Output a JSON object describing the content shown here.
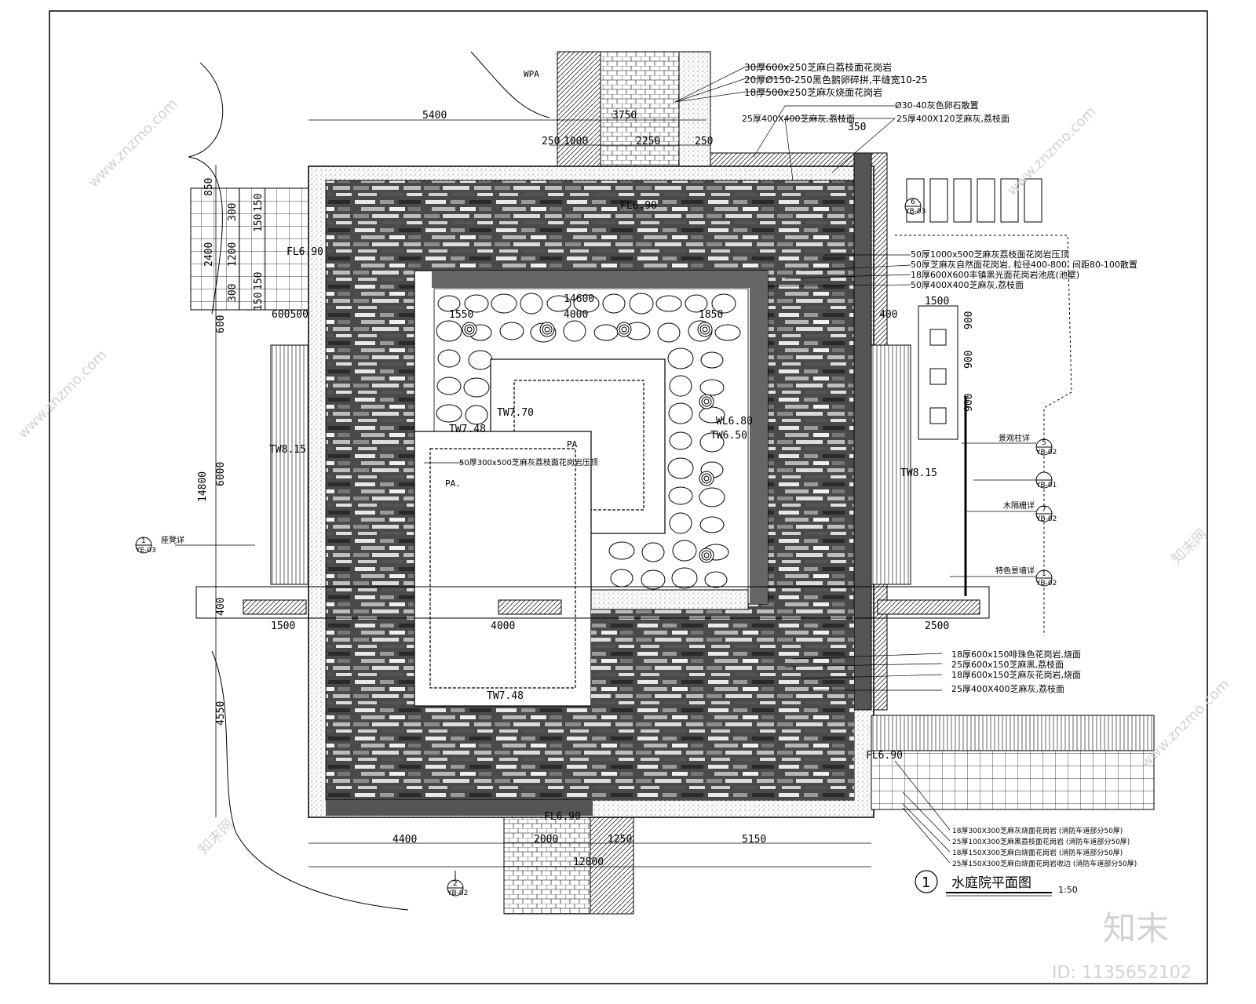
{
  "drawing": {
    "title": "水庭院平面图",
    "detail_number": "1",
    "scale": "1:50"
  },
  "watermark": {
    "brand": "知末",
    "id_text": "ID: 1135652102",
    "site": "www.znzmo.com",
    "site_cn": "知末网"
  },
  "dimensions": {
    "top_5400": "5400",
    "top_3750": "3750",
    "top_250a": "250",
    "top_1000": "1000",
    "top_2250": "2250",
    "top_250b": "250",
    "top_350": "350",
    "bottom_4400": "4400",
    "bottom_2000": "2000",
    "bottom_1250": "1250",
    "bottom_5150": "5150",
    "bottom_12800": "12800",
    "left_850": "850",
    "left_2400": "2400",
    "left_300a": "300",
    "left_1200": "1200",
    "left_300b": "300",
    "left_150a": "150",
    "left_150b": "150",
    "left_150c": "150",
    "left_150d": "150",
    "left_600": "600",
    "left_6000": "6000",
    "left_14800": "14800",
    "left_400": "400",
    "left_4550": "4550",
    "left_600_500": "600500",
    "mid_1500": "1500",
    "mid_4000a": "4000",
    "mid_2500": "2500",
    "pool_14600": "14600",
    "pool_1550": "1550",
    "pool_4000": "4000",
    "pool_1850": "1850",
    "right_1500": "1500",
    "right_900a": "900",
    "right_900b": "900",
    "right_900c": "900",
    "right_400": "400"
  },
  "levels": {
    "fl_top": "FL6.90",
    "fl_left": "FL6.90",
    "fl_bottom": "FL6.90",
    "fl_right": "FL6.90",
    "tw_left": "TW8.15",
    "tw_right": "TW8.15",
    "tw_770": "TW7.70",
    "tw_748a": "TW7.48",
    "tw_748b": "TW7.48",
    "wl_680": "WL6.80",
    "tw_650": "TW6.50"
  },
  "areas": {
    "wpa": "WPA",
    "pa_upper": "PA",
    "pa_lower": "PA."
  },
  "notes_top": [
    "30厚600x250芝麻白荔枝面花岗岩",
    "20厚Ø150-250黑色鹅卵碎拼,平缝宽10-25",
    "18厚500x250芝麻灰烧面花岗岩",
    "Ø30-40灰色卵石散置",
    "25厚400X400芝麻灰,荔枝面",
    "25厚400X120芝麻灰,荔枝面"
  ],
  "notes_right": [
    "50厚1000x500芝麻灰荔枝面花岗岩压顶",
    "50厚芝麻灰自然面花岗岩, 粒径400-800, 间距80-100散置",
    "18厚600X600丰镇黑光面花岗岩池底(池壁)",
    "50厚400X400芝麻灰,荔枝面"
  ],
  "notes_mid": [
    "18厚600x150啡珠色花岗岩,烧面",
    "25厚600x150芝麻黑,荔枝面",
    "18厚600x150芝麻灰花岗岩,烧面",
    "25厚400X400芝麻灰,荔枝面"
  ],
  "notes_bottom": [
    "18厚300X300芝麻灰烧面花岗岩  (消防车道部分50厚)",
    "25厚100X300芝麻黑荔枝面花岗岩  (消防车道部分50厚)",
    "18厚150X300芝麻白烧面花岗岩  (消防车道部分50厚)",
    "25厚150X300芝麻白烧面花岗岩收边  (消防车道部分50厚)"
  ],
  "coping_note": "50厚300x500芝麻灰荔枝面花岗岩压顶",
  "callouts": {
    "c1": {
      "num": "6",
      "ref": "YB-03"
    },
    "c2": {
      "num": "5",
      "ref": "YB-02",
      "label": "景观柱详"
    },
    "c3": {
      "num": "",
      "ref": "YB-01"
    },
    "c4": {
      "num": "7",
      "ref": "YB-02",
      "label": "木隔栅详"
    },
    "c5": {
      "num": "1",
      "ref": "YB-02",
      "label": "特色景墙详"
    },
    "c6": {
      "num": "1",
      "ref": "YE-03",
      "label": "座凳详"
    },
    "c7": {
      "num": "2",
      "ref": "YB-02"
    }
  }
}
